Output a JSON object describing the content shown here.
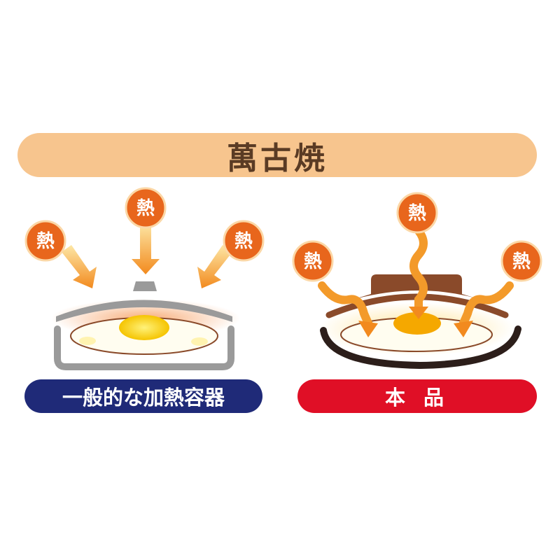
{
  "banner": {
    "title": "萬古焼"
  },
  "left_panel": {
    "label": "一般的な加熱容器",
    "heat_badges": [
      "熱",
      "熱",
      "熱"
    ]
  },
  "right_panel": {
    "label": "本 品",
    "heat_badges": [
      "熱",
      "熱",
      "熱"
    ]
  },
  "colors": {
    "banner": "#f7c58e",
    "banner_text": "#5a3b24",
    "badge": "#e8661c",
    "arrow": "#f39a2a",
    "left_label_bg": "#1f2a78",
    "right_label_bg": "#e00f26",
    "pot_gray": "#9a9a9a",
    "pot_brown": "#8a4a2a"
  },
  "icons": {
    "heat_arrow": "straight-arrow-icon",
    "heat_wave": "wavy-arrow-icon"
  }
}
